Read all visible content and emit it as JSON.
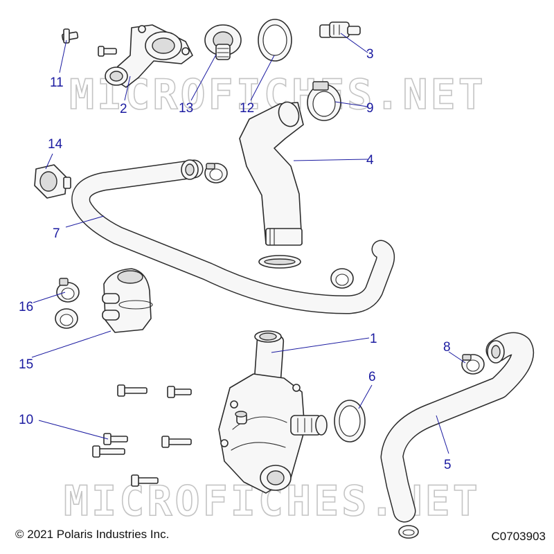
{
  "watermark": "MICROFICHES.NET",
  "callouts": [
    {
      "num": "1",
      "part": "water-pump"
    },
    {
      "num": "2",
      "part": "thermostat-housing"
    },
    {
      "num": "3",
      "part": "temperature-sensor"
    },
    {
      "num": "4",
      "part": "upper-hose"
    },
    {
      "num": "5",
      "part": "lower-hose"
    },
    {
      "num": "6",
      "part": "o-ring"
    },
    {
      "num": "7",
      "part": "bypass-hose"
    },
    {
      "num": "8",
      "part": "hose-clamp-lower"
    },
    {
      "num": "9",
      "part": "hose-clamp-upper"
    },
    {
      "num": "10",
      "part": "pump-bolts"
    },
    {
      "num": "11",
      "part": "housing-bolts"
    },
    {
      "num": "12",
      "part": "thermostat-seal"
    },
    {
      "num": "13",
      "part": "thermostat"
    },
    {
      "num": "14",
      "part": "hose-clip"
    },
    {
      "num": "15",
      "part": "elbow-fitting"
    },
    {
      "num": "16",
      "part": "clip-clamps"
    }
  ],
  "footer": {
    "copyright": "© 2021 Polaris Industries Inc.",
    "figure_id": "C0703903"
  }
}
